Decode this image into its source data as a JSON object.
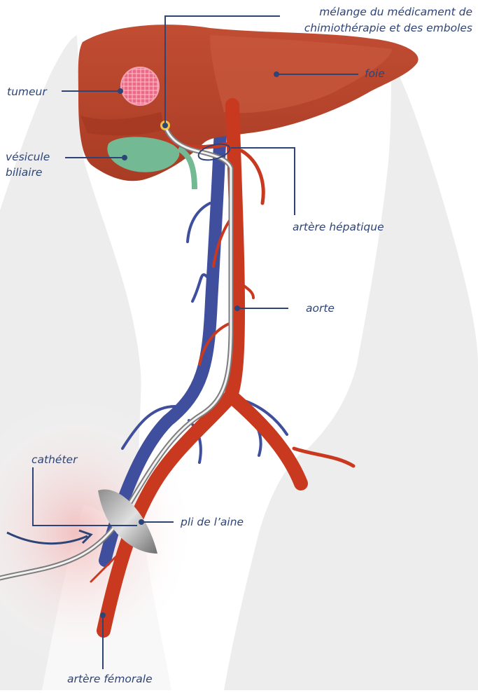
{
  "labels": {
    "mixture_line1": "mélange du médicament de",
    "mixture_line2": "chimiothérapie et des emboles",
    "liver": "foie",
    "tumor": "tumeur",
    "gallbladder_line1": "vésicule",
    "gallbladder_line2": "biliaire",
    "hepatic_artery": "artère hépatique",
    "aorta": "aorte",
    "catheter": "cathéter",
    "groin_fold": "pli de l’aine",
    "femoral_artery": "artère fémorale"
  },
  "colors": {
    "label_text": "#2e4477",
    "leader_line": "#2e4477",
    "liver": "#b8452b",
    "tumor": "#ec6a86",
    "gallbladder": "#72b994",
    "artery": "#c9391f",
    "vein": "#3f4f9e",
    "catheter": "#d8d8d8",
    "body_silhouette": "#ededed",
    "groin_glow": "#f2c2c2"
  }
}
